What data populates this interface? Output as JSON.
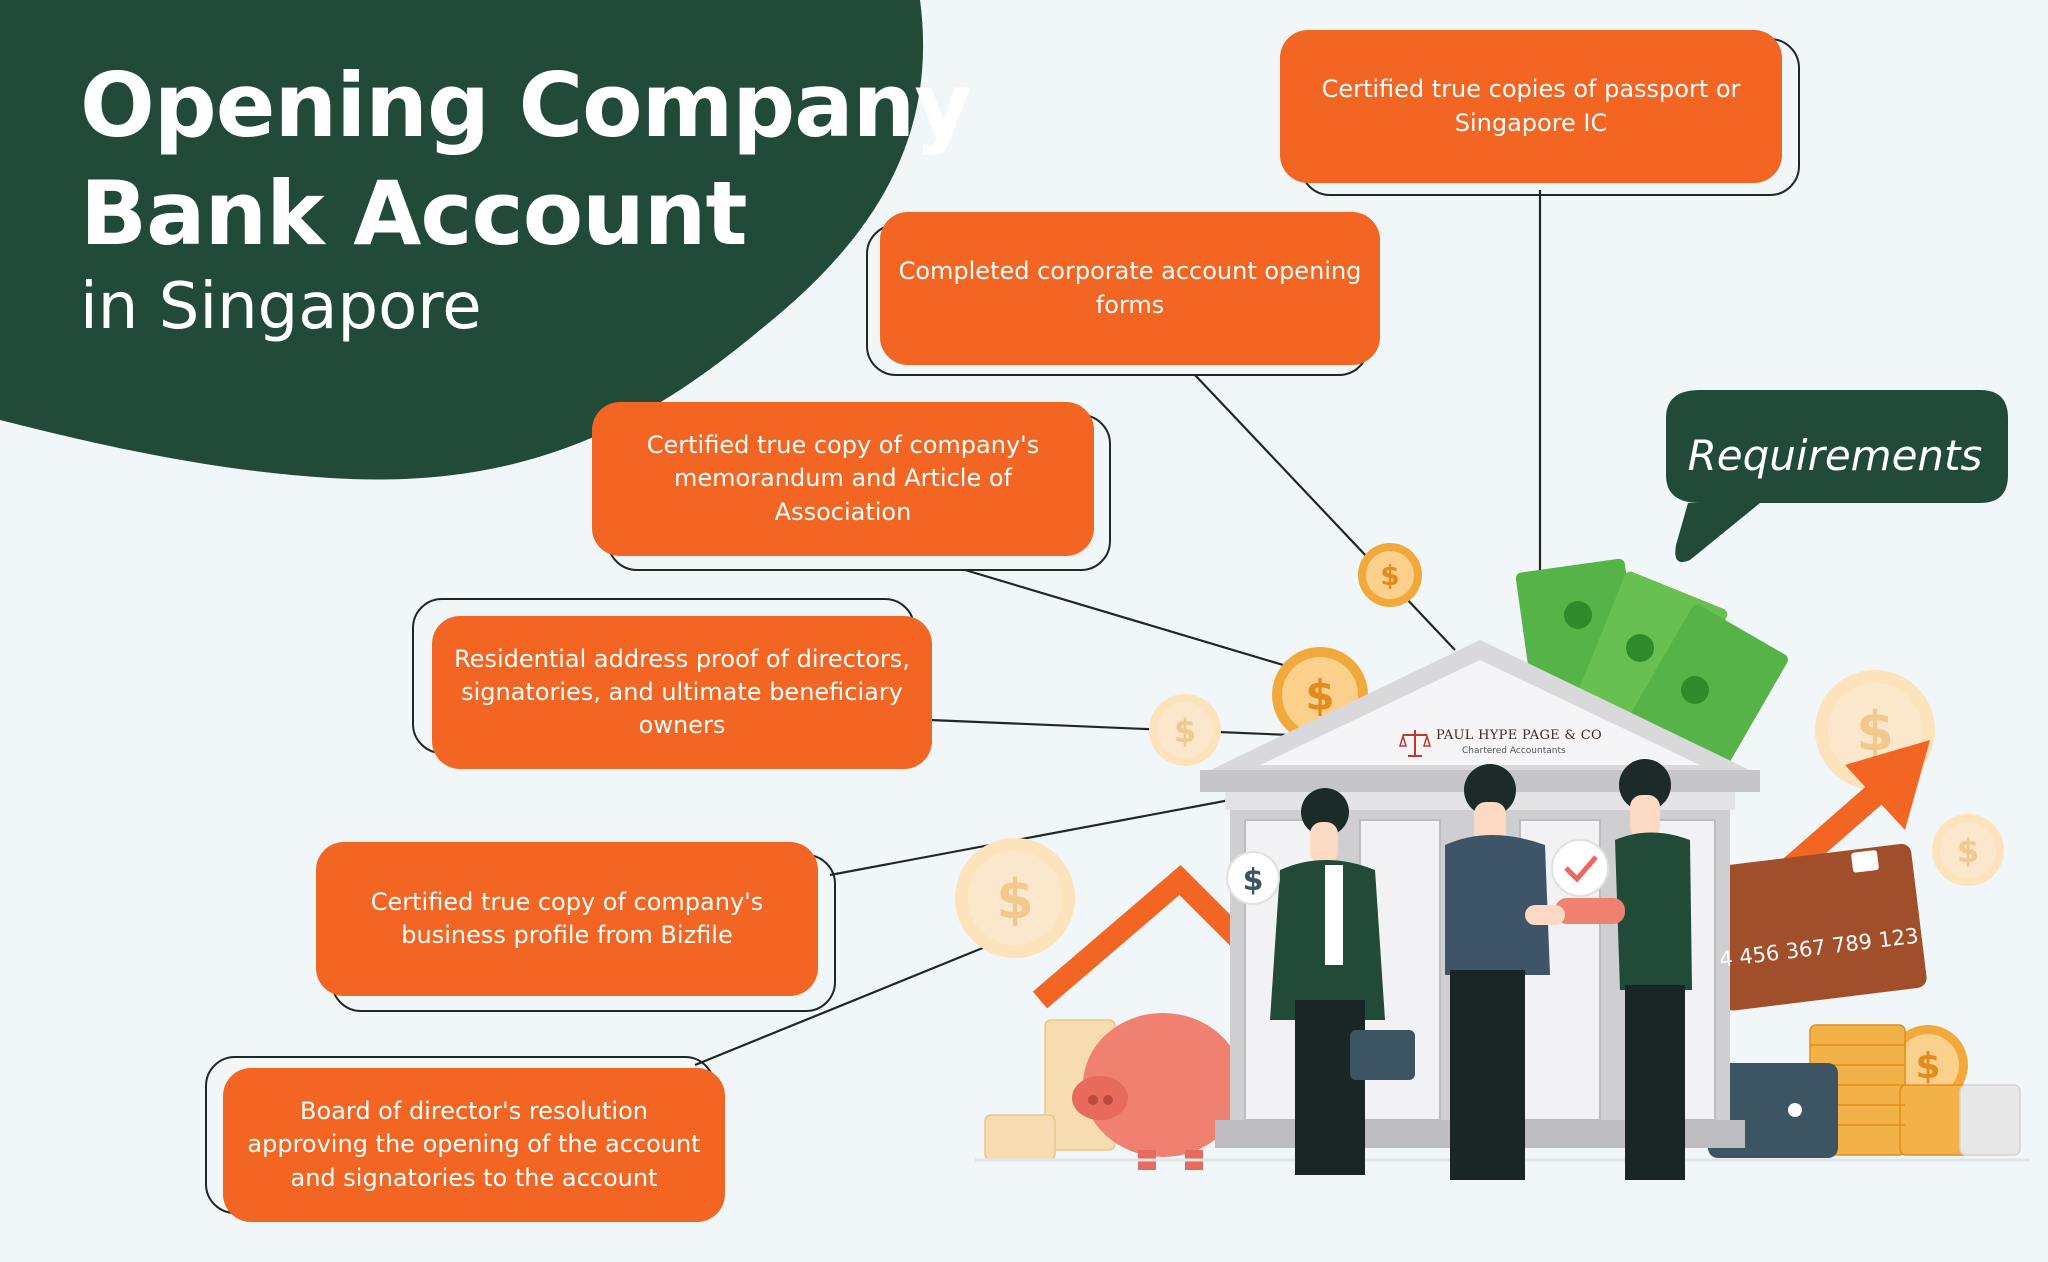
{
  "header": {
    "title_line1": "Opening Company",
    "title_line2": "Bank Account",
    "title_line3": "in Singapore"
  },
  "badge": {
    "label": "Requirements"
  },
  "requirements": [
    {
      "text": "Certified true copies of passport or Singapore IC"
    },
    {
      "text": "Completed corporate account opening forms"
    },
    {
      "text": "Certified true copy of company's memorandum and Article of Association"
    },
    {
      "text": "Residential address proof of directors, signatories, and ultimate beneficiary owners"
    },
    {
      "text": "Certified true copy of company's business profile from Bizfile"
    },
    {
      "text": "Board of director's resolution approving the opening of the account and signatories to the account"
    }
  ],
  "bank": {
    "logo_name": "PAUL HYPE PAGE & CO",
    "logo_sub": "Chartered Accountants"
  },
  "credit_card": {
    "number": "4 456 367 789 123"
  },
  "coin_symbol": "$",
  "colors": {
    "brand_green": "#224a38",
    "accent_orange": "#f26522",
    "background": "#f1f6f8"
  }
}
